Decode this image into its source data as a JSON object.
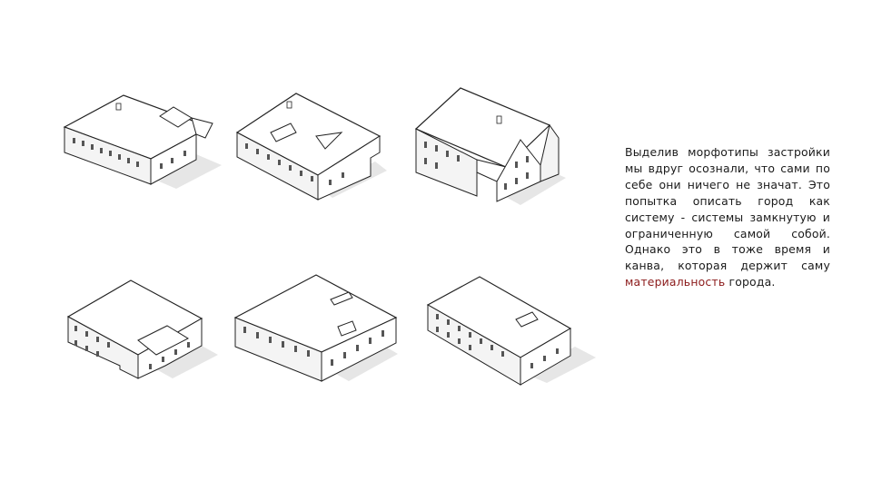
{
  "slide": {
    "text_before": "Выделив морфотипы застройки мы вдруг осознали, что сами по себе они ничего не значат. Это попытка описать город как систему - системы замкнутую и ограниченную самой собой. Однако это в тоже время и канва, которая держит саму ",
    "text_highlight": "материальность",
    "text_after": " города.",
    "accent_color": "#8b1a1a"
  }
}
